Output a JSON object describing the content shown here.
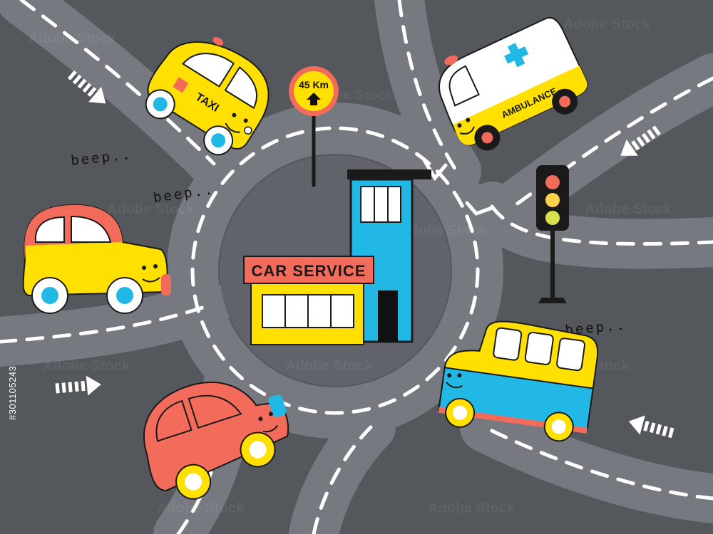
{
  "scene": {
    "beeps": [
      "beep..",
      "beep..",
      "beep.."
    ],
    "speed_sign": {
      "text": "45 Km"
    },
    "car_service_sign": "CAR SERVICE",
    "taxi_label": "TAXI",
    "ambulance_label": "AMBULANCE",
    "stock_id": "#301105243",
    "watermark": "Adobe Stock"
  },
  "colors": {
    "background": "#54575c",
    "road": "#767a80",
    "yellow": "#ffe000",
    "coral": "#f26b5b",
    "blue": "#22b8e6",
    "white": "#ffffff"
  }
}
